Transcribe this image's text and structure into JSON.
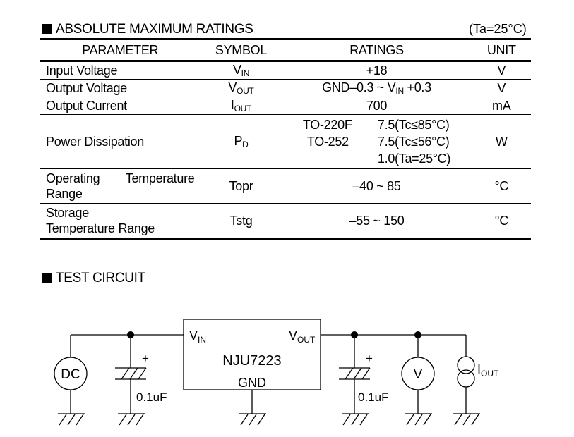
{
  "ratings_section": {
    "title": "ABSOLUTE MAXIMUM RATINGS",
    "condition": "(Ta=25°C)",
    "columns": [
      "PARAMETER",
      "SYMBOL",
      "RATINGS",
      "UNIT"
    ],
    "rows": [
      {
        "parameter": "Input Voltage",
        "symbol_main": "V",
        "symbol_sub": "IN",
        "rating": "+18",
        "unit": "V"
      },
      {
        "parameter": "Output Voltage",
        "symbol_main": "V",
        "symbol_sub": "OUT",
        "rating_pre": "GND–0.3 ~ V",
        "rating_sub": "IN",
        "rating_post": " +0.3",
        "unit": "V"
      },
      {
        "parameter": "Output Current",
        "symbol_main": "I",
        "symbol_sub": "OUT",
        "rating": "700",
        "unit": "mA"
      },
      {
        "parameter": "Power Dissipation",
        "symbol_main": "P",
        "symbol_sub": "D",
        "package_1": "TO-220F",
        "package_1_value": "7.5(Tc≤85°C)",
        "package_2": "TO-252",
        "package_2_value": "7.5(Tc≤56°C)",
        "package_3_value": "1.0(Ta=25°C)",
        "unit": "W"
      },
      {
        "parameter_line1_a": "Operating",
        "parameter_line1_b": "Temperature",
        "parameter_line2": "Range",
        "symbol": "Topr",
        "rating": "–40 ~ 85",
        "unit": "°C"
      },
      {
        "parameter_line1": "Storage",
        "parameter_line2": "Temperature Range",
        "symbol": "Tstg",
        "rating": "–55 ~ 150",
        "unit": "°C"
      }
    ]
  },
  "test_circuit": {
    "title": "TEST CIRCUIT",
    "ic_name": "NJU7223",
    "pin_vin_main": "V",
    "pin_vin_sub": "IN",
    "pin_vout_main": "V",
    "pin_vout_sub": "OUT",
    "pin_gnd": "GND",
    "source_label": "DC",
    "cap_in_value": "0.1uF",
    "cap_out_value": "0.1uF",
    "cap_polarity": "+",
    "voltmeter_label": "V",
    "load_label_main": "I",
    "load_label_sub": "OUT"
  }
}
